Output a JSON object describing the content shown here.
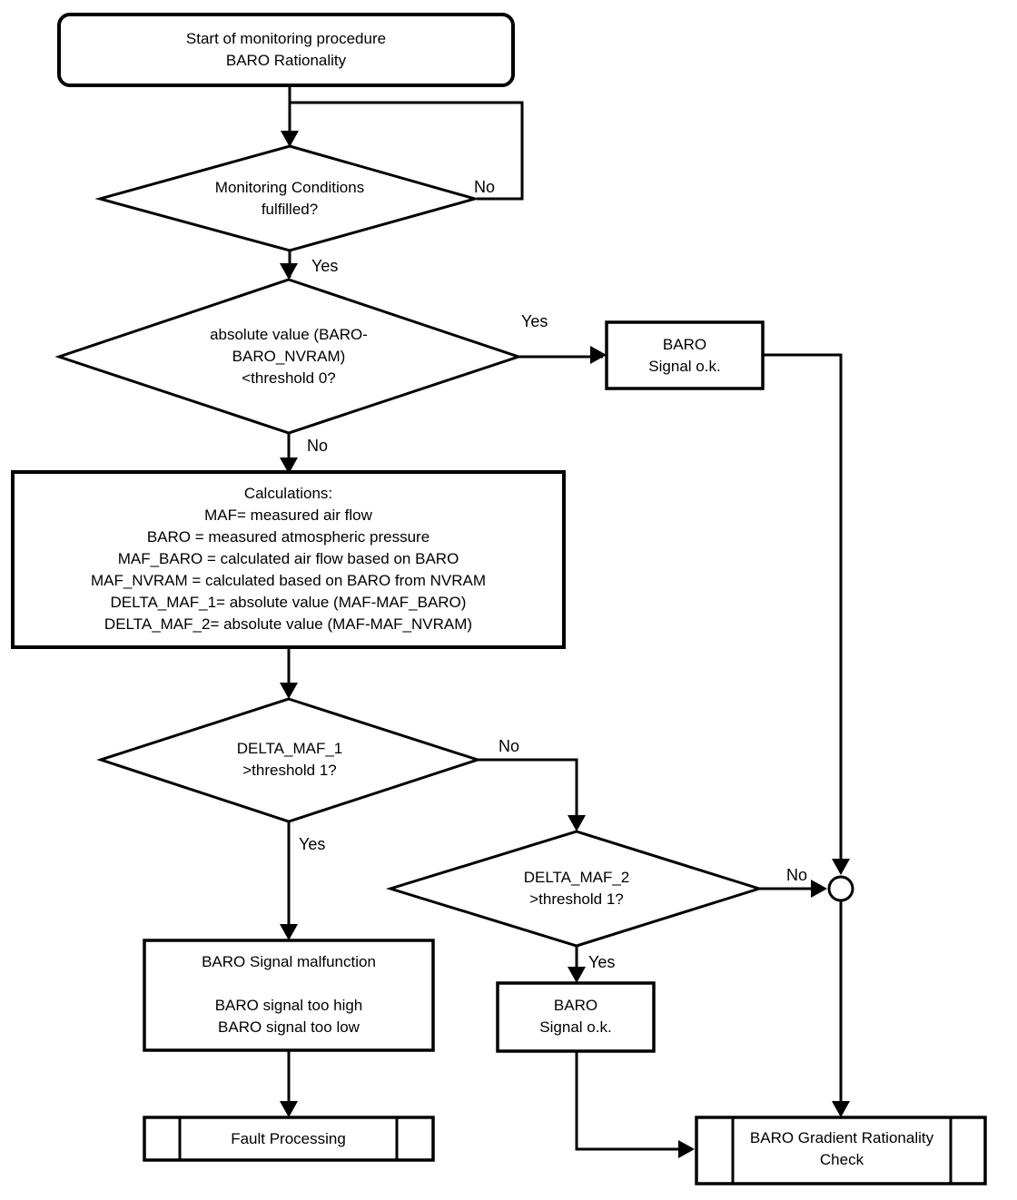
{
  "diagram": {
    "background": "#ffffff",
    "line_color": "#000000",
    "nodes": {
      "start": {
        "type": "terminator",
        "line1": "Start of monitoring procedure",
        "line2": "BARO Rationality"
      },
      "monitoring_conditions": {
        "type": "decision",
        "line1": "Monitoring Conditions",
        "line2": "fulfilled?"
      },
      "baro_nvram_check": {
        "type": "decision",
        "line1": "absolute value (BARO-",
        "line2": "BARO_NVRAM)",
        "line3": "<threshold 0?"
      },
      "baro_signal_ok_top": {
        "type": "process",
        "line1": "BARO",
        "line2": "Signal o.k."
      },
      "calculations": {
        "type": "process",
        "line1": "Calculations:",
        "line2": "MAF= measured air flow",
        "line3": "BARO = measured atmospheric pressure",
        "line4": "MAF_BARO = calculated air flow based on BARO",
        "line5": "MAF_NVRAM = calculated based on BARO from NVRAM",
        "line6": "DELTA_MAF_1= absolute value (MAF-MAF_BARO)",
        "line7": "DELTA_MAF_2= absolute value (MAF-MAF_NVRAM)"
      },
      "delta_maf_1_check": {
        "type": "decision",
        "line1": "DELTA_MAF_1",
        "line2": ">threshold 1?"
      },
      "delta_maf_2_check": {
        "type": "decision",
        "line1": "DELTA_MAF_2",
        "line2": ">threshold 1?"
      },
      "baro_signal_malfunction": {
        "type": "process",
        "line1": "BARO Signal malfunction",
        "line2": "BARO signal too high",
        "line3": "BARO signal too low"
      },
      "baro_signal_ok_bottom": {
        "type": "process",
        "line1": "BARO",
        "line2": "Signal o.k."
      },
      "fault_processing": {
        "type": "predefined_process",
        "line1": "Fault Processing"
      },
      "baro_gradient_check": {
        "type": "predefined_process",
        "line1": "BARO Gradient Rationality",
        "line2": "Check"
      }
    },
    "edge_labels": {
      "monitoring_no": "No",
      "monitoring_yes": "Yes",
      "baro_nvram_yes": "Yes",
      "baro_nvram_no": "No",
      "delta1_no": "No",
      "delta1_yes": "Yes",
      "delta2_no": "No",
      "delta2_yes": "Yes"
    }
  }
}
